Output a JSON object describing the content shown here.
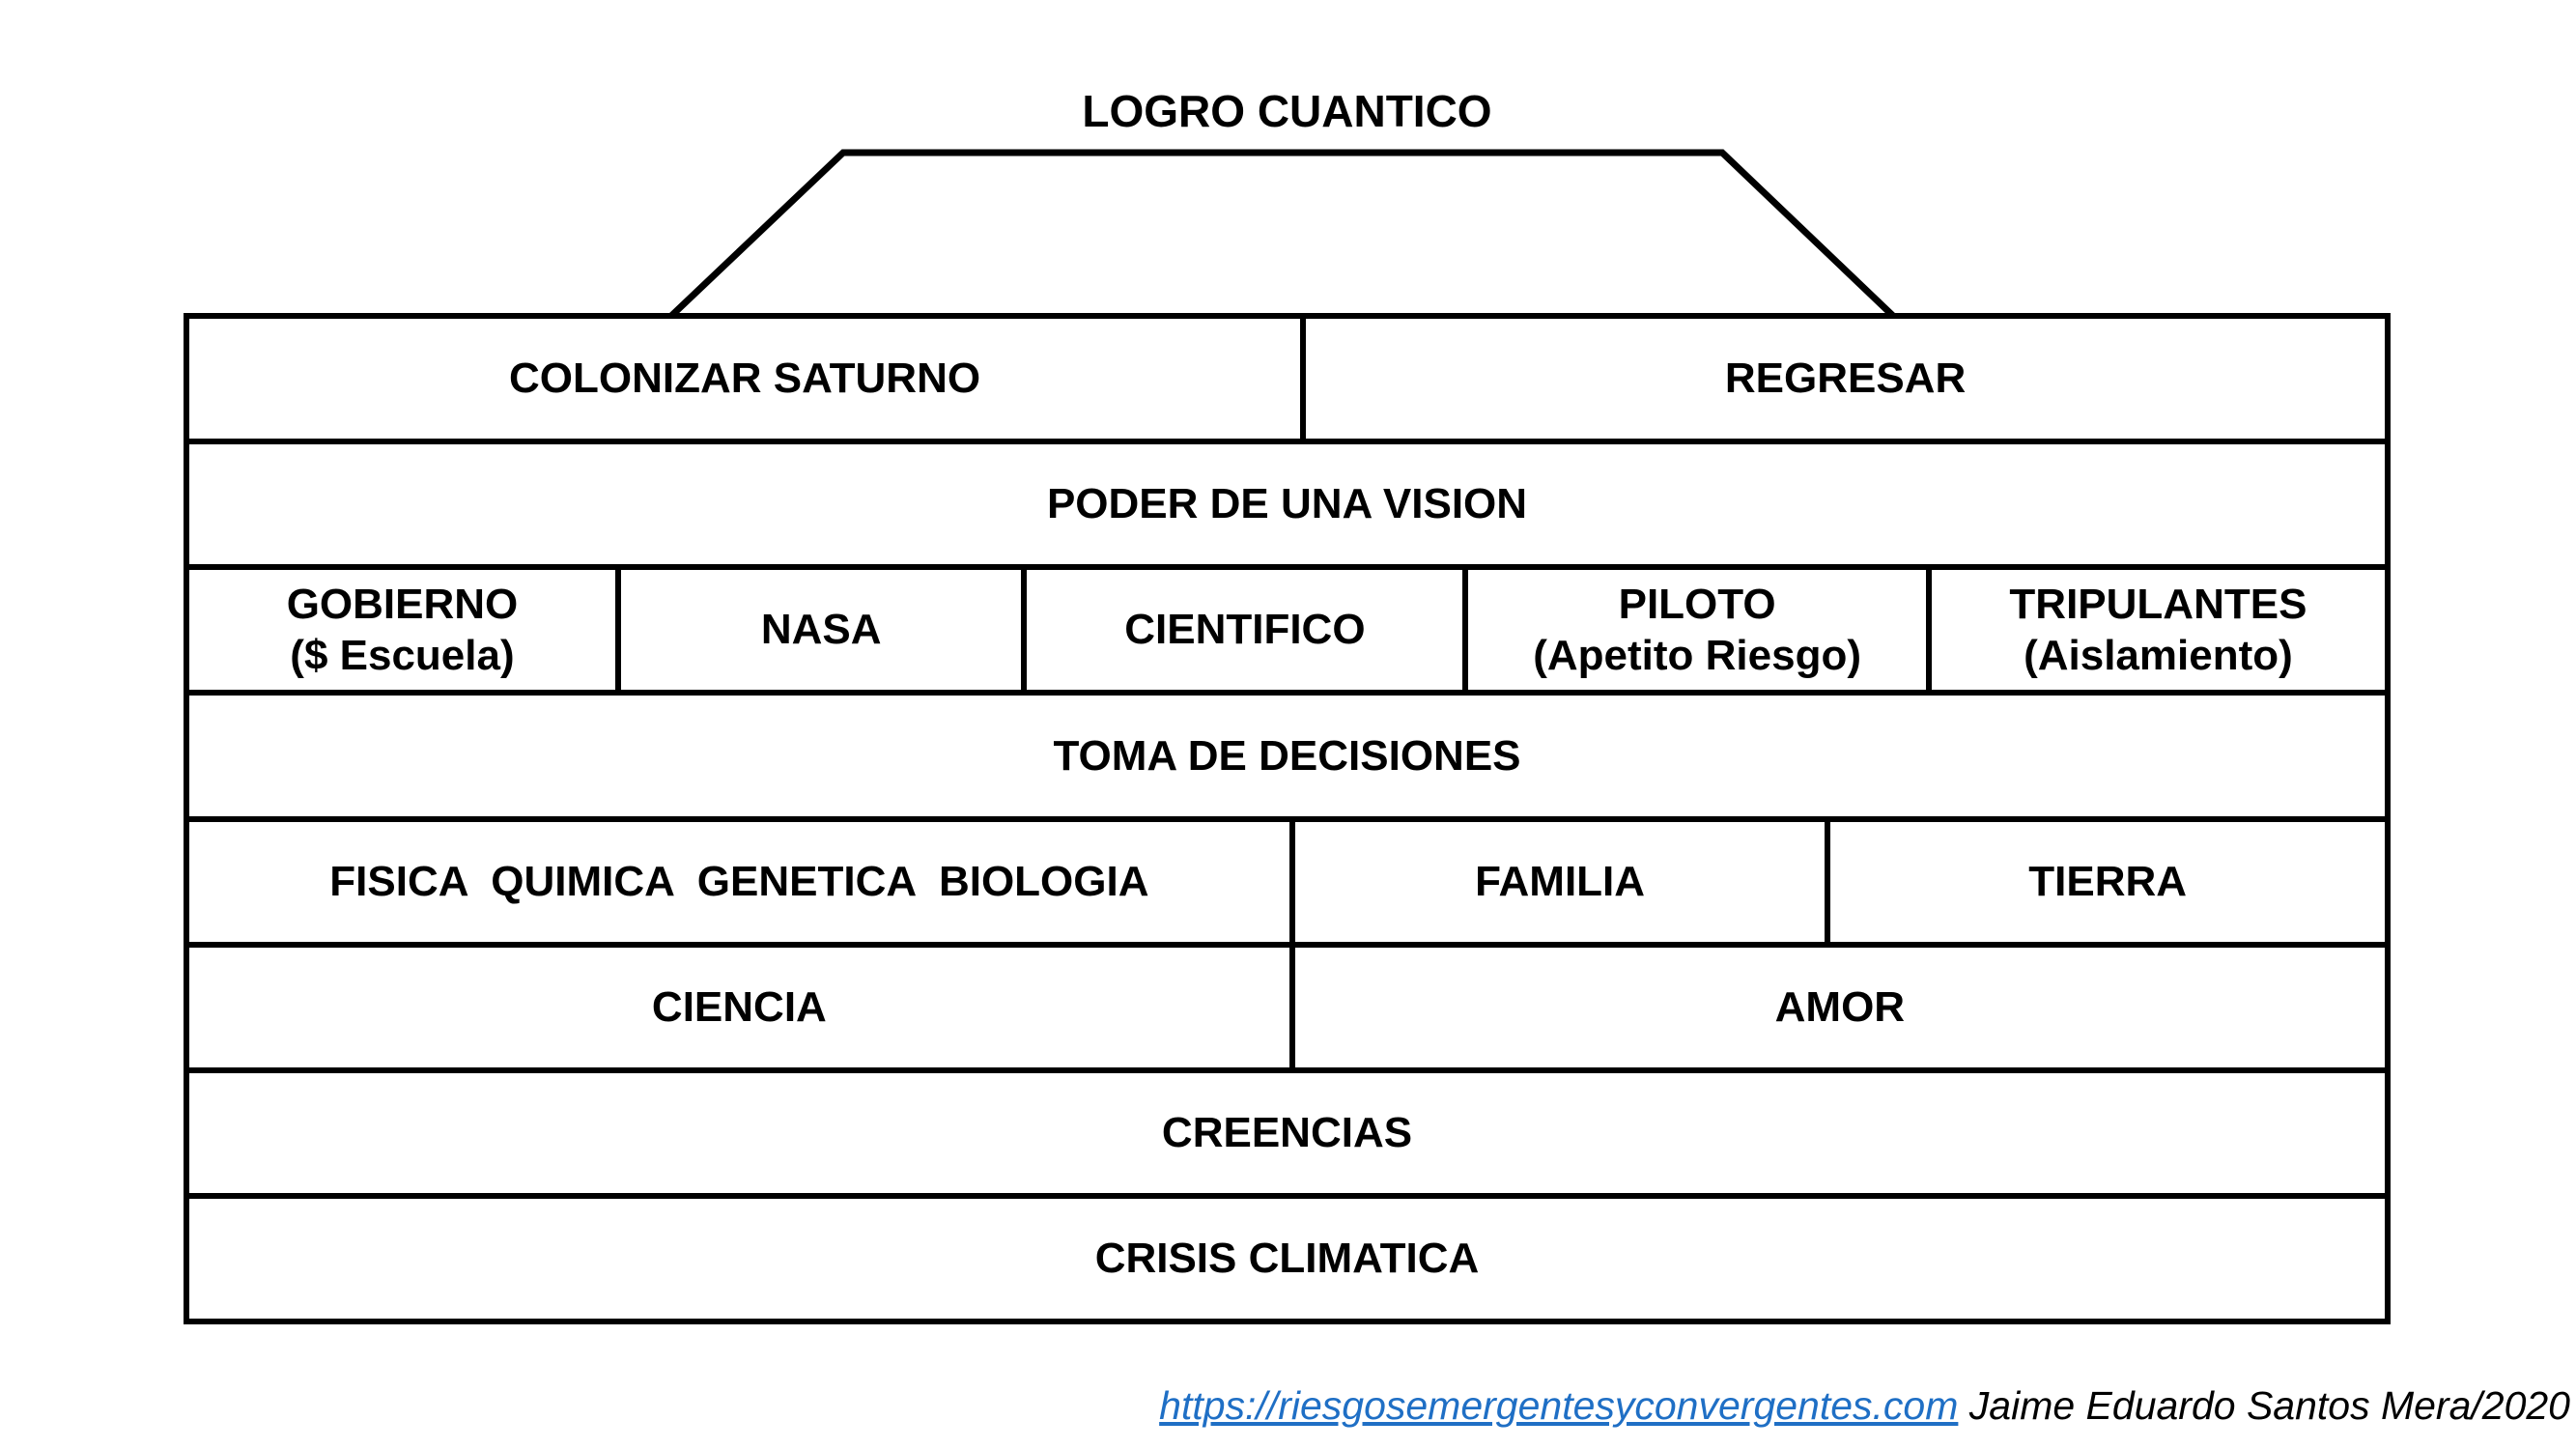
{
  "title": "LOGRO CUANTICO",
  "diagram": {
    "rows": [
      {
        "cells": [
          {
            "label": "COLONIZAR SATURNO"
          },
          {
            "label": "REGRESAR"
          }
        ]
      },
      {
        "cells": [
          {
            "label": "PODER DE UNA VISION"
          }
        ]
      },
      {
        "cells": [
          {
            "label": "GOBIERNO",
            "sublabel": "($ Escuela)"
          },
          {
            "label": "NASA"
          },
          {
            "label": "CIENTIFICO"
          },
          {
            "label": "PILOTO",
            "sublabel": "(Apetito Riesgo)"
          },
          {
            "label": "TRIPULANTES",
            "sublabel": "(Aislamiento)"
          }
        ]
      },
      {
        "cells": [
          {
            "label": "TOMA DE DECISIONES"
          }
        ]
      },
      {
        "cells": [
          {
            "label": "FISICA  QUIMICA  GENETICA  BIOLOGIA"
          },
          {
            "label": "FAMILIA"
          },
          {
            "label": "TIERRA"
          }
        ]
      },
      {
        "cells": [
          {
            "label": "CIENCIA"
          },
          {
            "label": "AMOR"
          }
        ]
      },
      {
        "cells": [
          {
            "label": "CREENCIAS"
          }
        ]
      },
      {
        "cells": [
          {
            "label": "CRISIS CLIMATICA"
          }
        ]
      }
    ]
  },
  "footer": {
    "link_text": "https://riesgosemergentesyconvergentes.com",
    "credit_text": " Jaime Eduardo Santos Mera/2020"
  },
  "colors": {
    "background": "#FFFFFF",
    "line": "#000000",
    "text": "#000000",
    "link": "#1F6FC5"
  }
}
